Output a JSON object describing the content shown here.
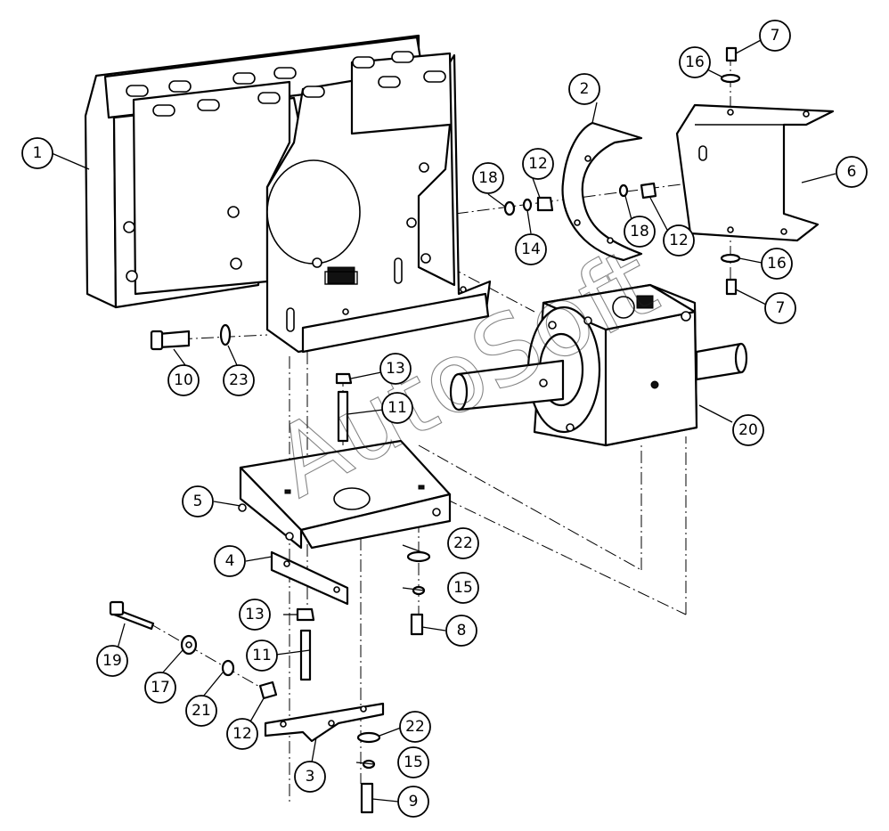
{
  "watermark": "AutoSoft",
  "callouts": [
    {
      "id": "c1",
      "label": "1"
    },
    {
      "id": "c2",
      "label": "2"
    },
    {
      "id": "c3",
      "label": "3"
    },
    {
      "id": "c4",
      "label": "4"
    },
    {
      "id": "c5",
      "label": "5"
    },
    {
      "id": "c6",
      "label": "6"
    },
    {
      "id": "c7a",
      "label": "7"
    },
    {
      "id": "c7b",
      "label": "7"
    },
    {
      "id": "c8",
      "label": "8"
    },
    {
      "id": "c9",
      "label": "9"
    },
    {
      "id": "c10",
      "label": "10"
    },
    {
      "id": "c11a",
      "label": "11"
    },
    {
      "id": "c11b",
      "label": "11"
    },
    {
      "id": "c12a",
      "label": "12"
    },
    {
      "id": "c12b",
      "label": "12"
    },
    {
      "id": "c12c",
      "label": "12"
    },
    {
      "id": "c13a",
      "label": "13"
    },
    {
      "id": "c13b",
      "label": "13"
    },
    {
      "id": "c14",
      "label": "14"
    },
    {
      "id": "c15a",
      "label": "15"
    },
    {
      "id": "c15b",
      "label": "15"
    },
    {
      "id": "c16a",
      "label": "16"
    },
    {
      "id": "c16b",
      "label": "16"
    },
    {
      "id": "c17",
      "label": "17"
    },
    {
      "id": "c18a",
      "label": "18"
    },
    {
      "id": "c18b",
      "label": "18"
    },
    {
      "id": "c19",
      "label": "19"
    },
    {
      "id": "c20",
      "label": "20"
    },
    {
      "id": "c21",
      "label": "21"
    },
    {
      "id": "c22a",
      "label": "22"
    },
    {
      "id": "c22b",
      "label": "22"
    },
    {
      "id": "c23",
      "label": "23"
    }
  ]
}
